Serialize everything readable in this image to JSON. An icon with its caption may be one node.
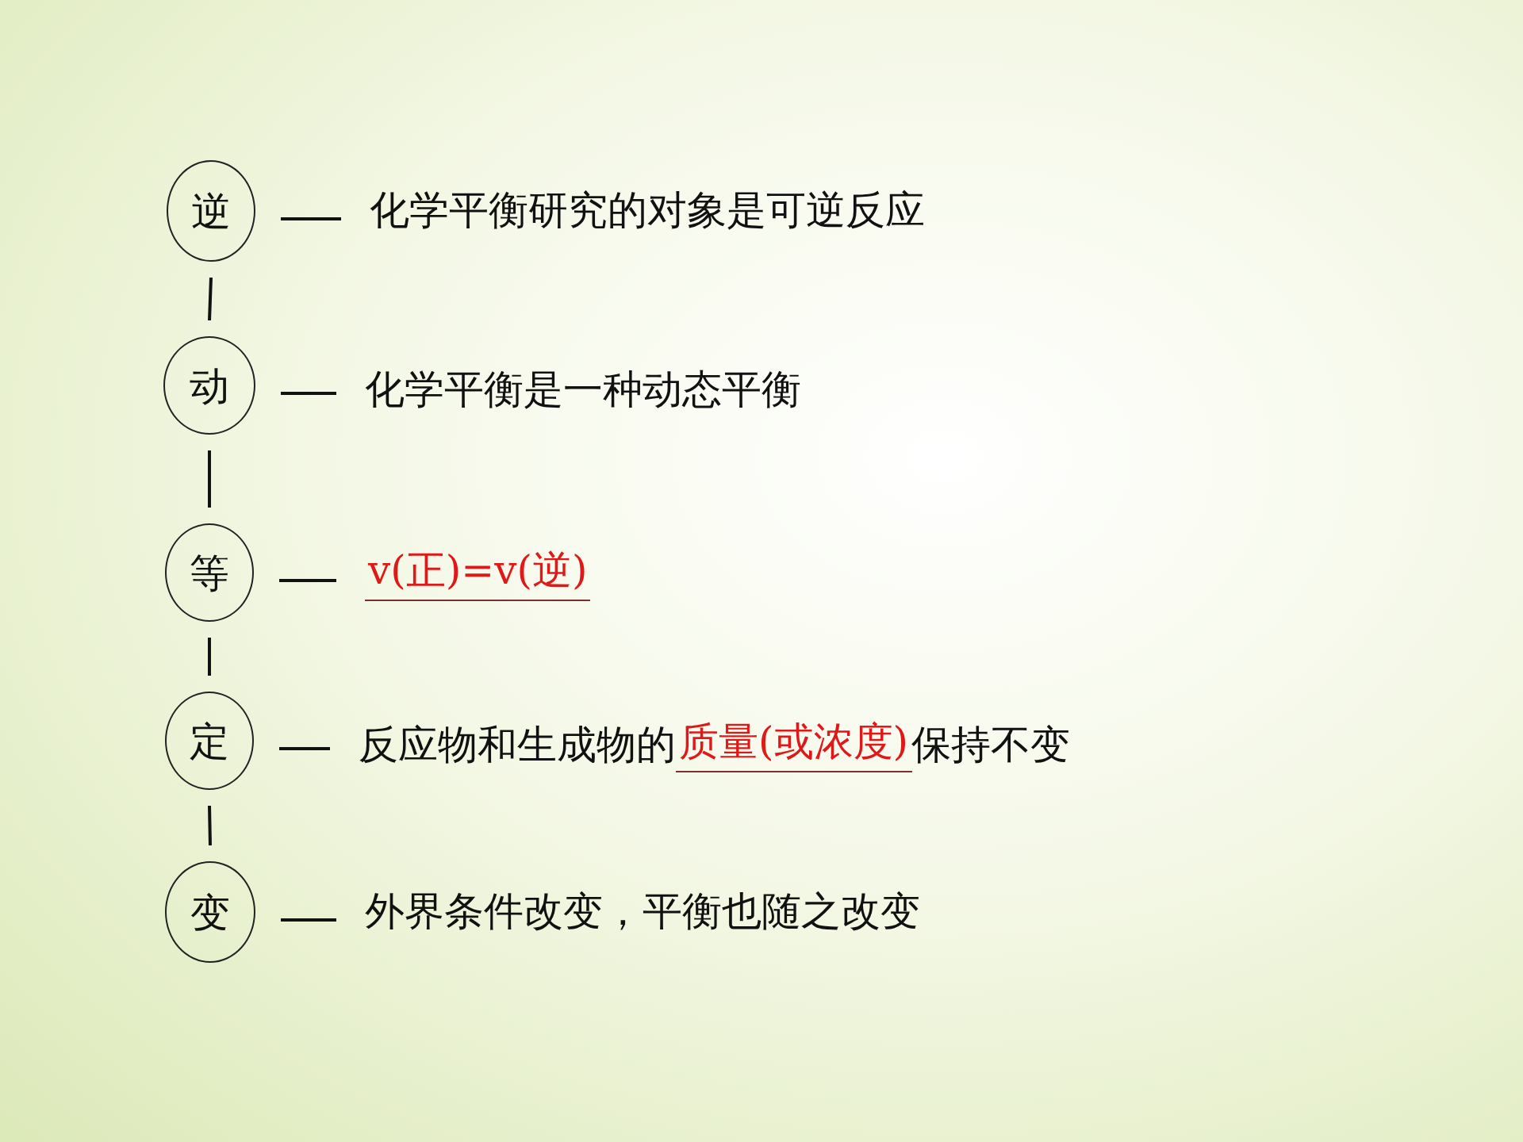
{
  "diagram": {
    "nodes": [
      {
        "text": [
          "逆"
        ]
      },
      {
        "text": [
          "动"
        ]
      },
      {
        "text": [
          "等"
        ]
      },
      {
        "text": [
          "定"
        ]
      },
      {
        "text": [
          "变"
        ]
      },
      {
        "text": [
          "化学平衡研究的对象是可逆反应"
        ]
      },
      {
        "text": [
          "化学平衡是一种动态平衡"
        ]
      },
      {
        "text": [
          "v(正)=v(逆)"
        ]
      },
      {
        "text": [
          "反应物和生成物的",
          "质量(或浓度)",
          "保持不变"
        ]
      },
      {
        "text": [
          "外界条件改变，平衡也随之改变"
        ]
      }
    ],
    "edges": [
      {
        "from": 0,
        "to": 1,
        "arrow": "none"
      },
      {
        "from": 1,
        "to": 2,
        "arrow": "none"
      },
      {
        "from": 2,
        "to": 3,
        "arrow": "none"
      },
      {
        "from": 3,
        "to": 4,
        "arrow": "none"
      },
      {
        "from": 0,
        "to": 5,
        "arrow": "none"
      },
      {
        "from": 1,
        "to": 6,
        "arrow": "none"
      },
      {
        "from": 2,
        "to": 7,
        "arrow": "none"
      },
      {
        "from": 3,
        "to": 8,
        "arrow": "none"
      },
      {
        "from": 4,
        "to": 9,
        "arrow": "none"
      }
    ]
  }
}
